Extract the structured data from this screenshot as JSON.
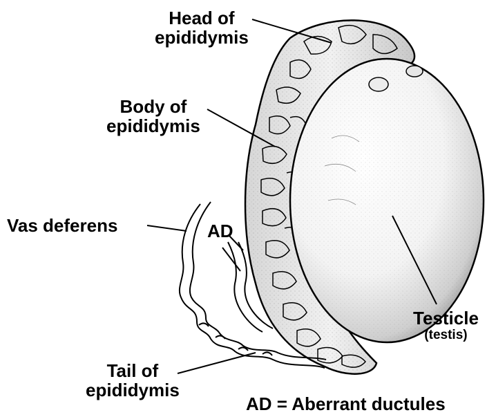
{
  "labels": {
    "head": {
      "line1": "Head of",
      "line2": "epididymis"
    },
    "body": {
      "line1": "Body of",
      "line2": "epididymis"
    },
    "vas": "Vas deferens",
    "ad": "AD",
    "testicle": {
      "line1": "Testicle",
      "line2": "(testis)"
    },
    "tail": {
      "line1": "Tail of",
      "line2": "epididymis"
    },
    "legend": "AD = Aberrant ductules"
  },
  "colors": {
    "ink": "#000000",
    "paper": "#ffffff",
    "shade": "#9a9a9a"
  }
}
